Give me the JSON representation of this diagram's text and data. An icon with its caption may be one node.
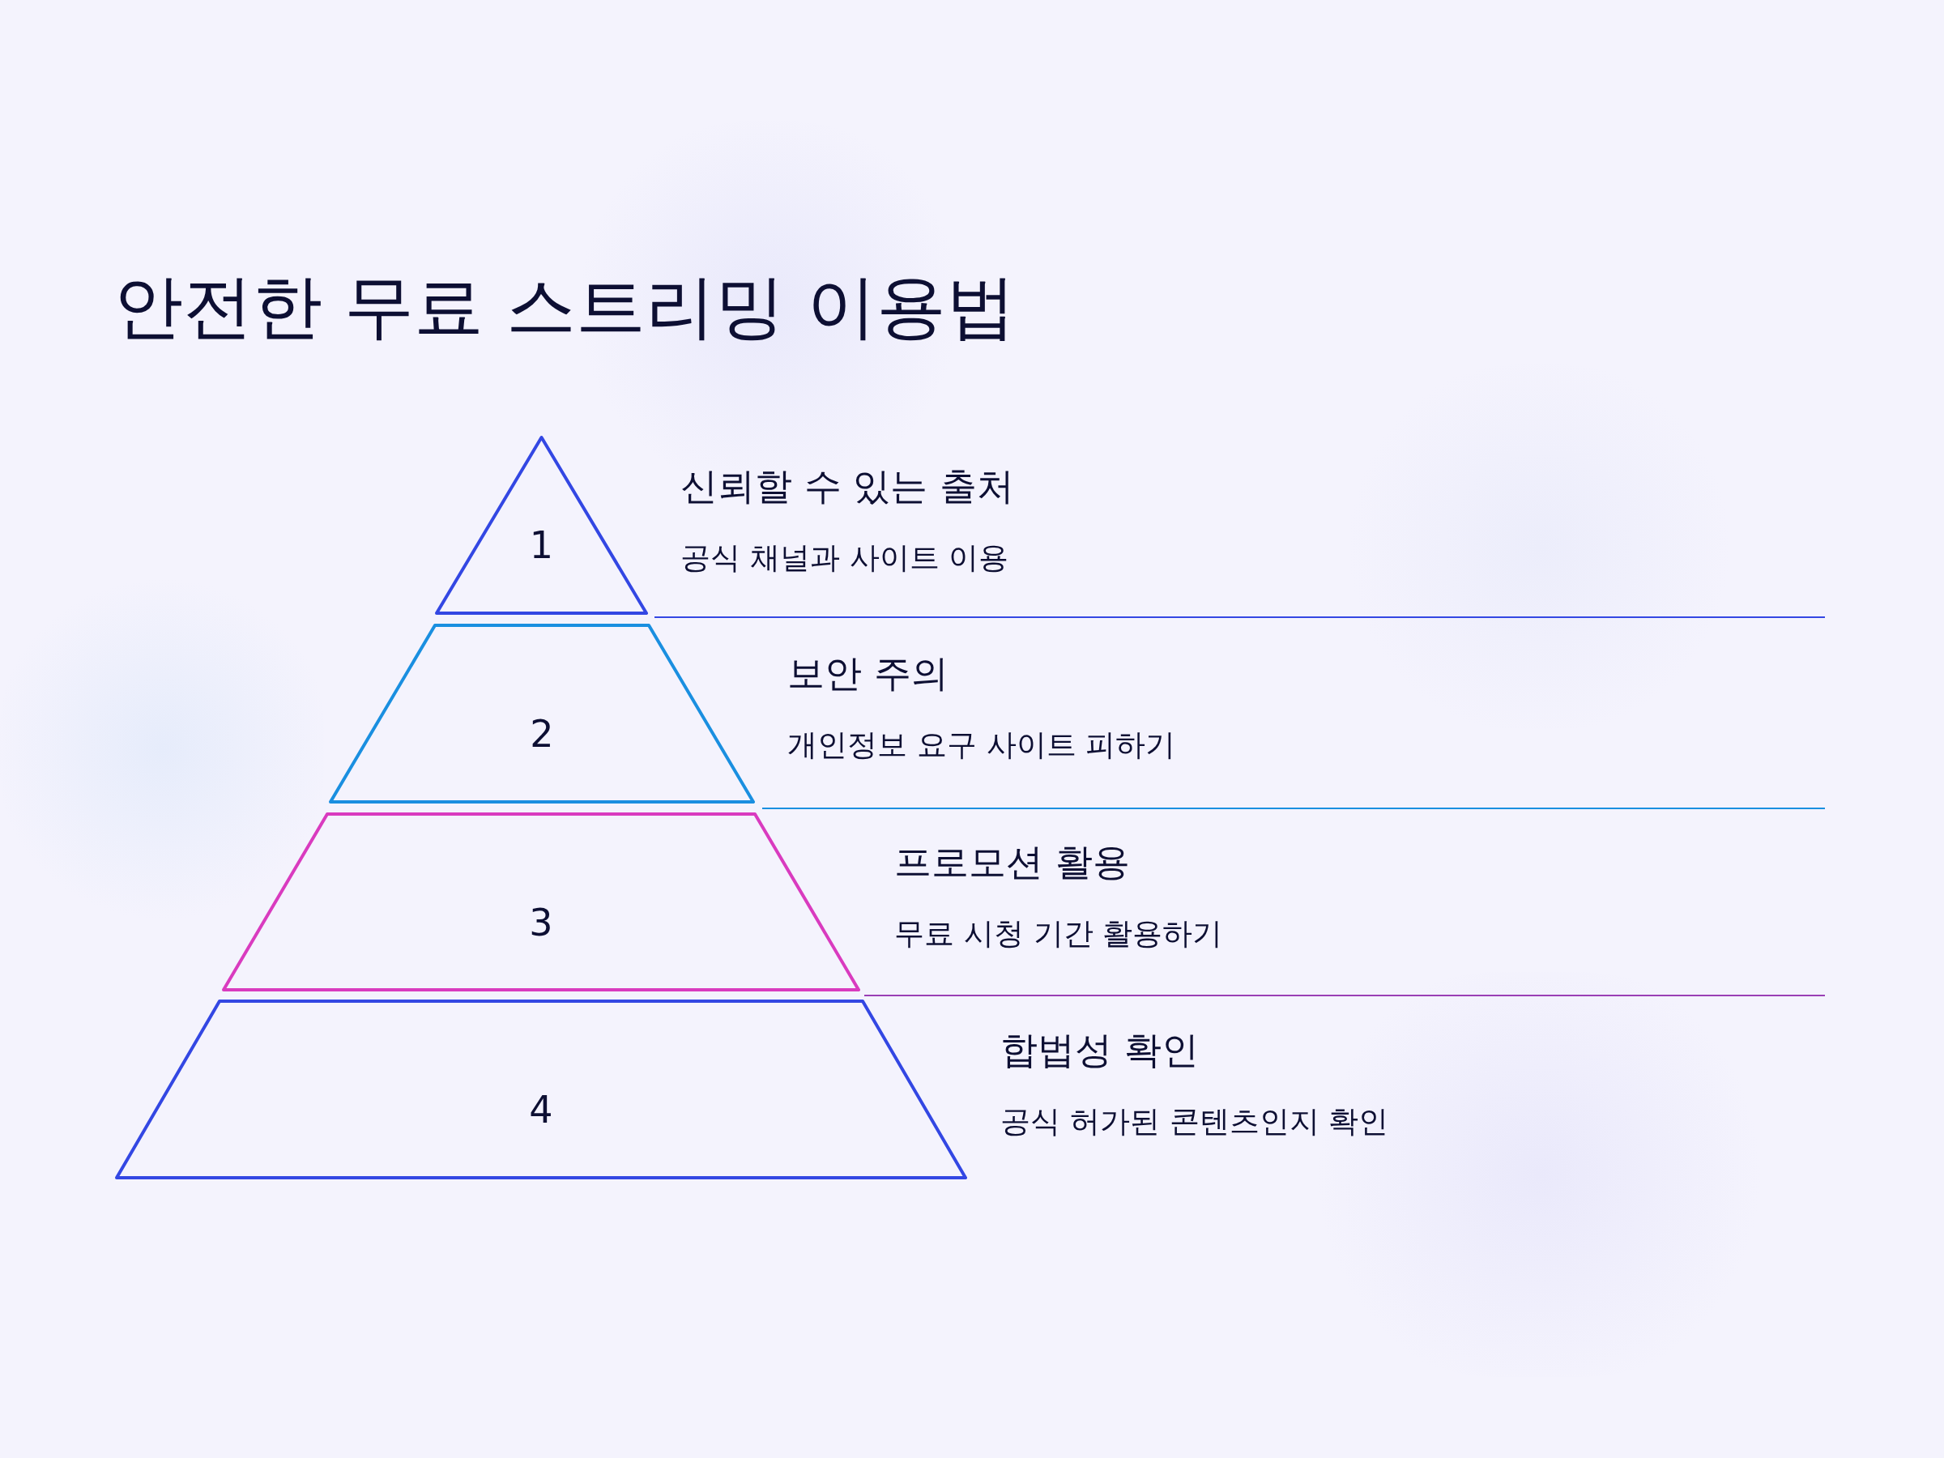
{
  "diagram": {
    "title": "안전한 무료 스트리밍 이용법",
    "nodes": [
      {
        "text": [
          "1"
        ],
        "beside": [
          "신뢰할 수 있는 출처",
          "공식 채널과 사이트 이용"
        ]
      },
      {
        "text": [
          "2"
        ],
        "beside": [
          "보안 주의",
          "개인정보 요구 사이트 피하기"
        ]
      },
      {
        "text": [
          "3"
        ],
        "beside": [
          "프로모션 활용",
          "무료 시청 기간 활용하기"
        ]
      },
      {
        "text": [
          "4"
        ],
        "beside": [
          "합법성 확인",
          "공식 허가된 콘텐츠인지 확인"
        ]
      }
    ]
  }
}
